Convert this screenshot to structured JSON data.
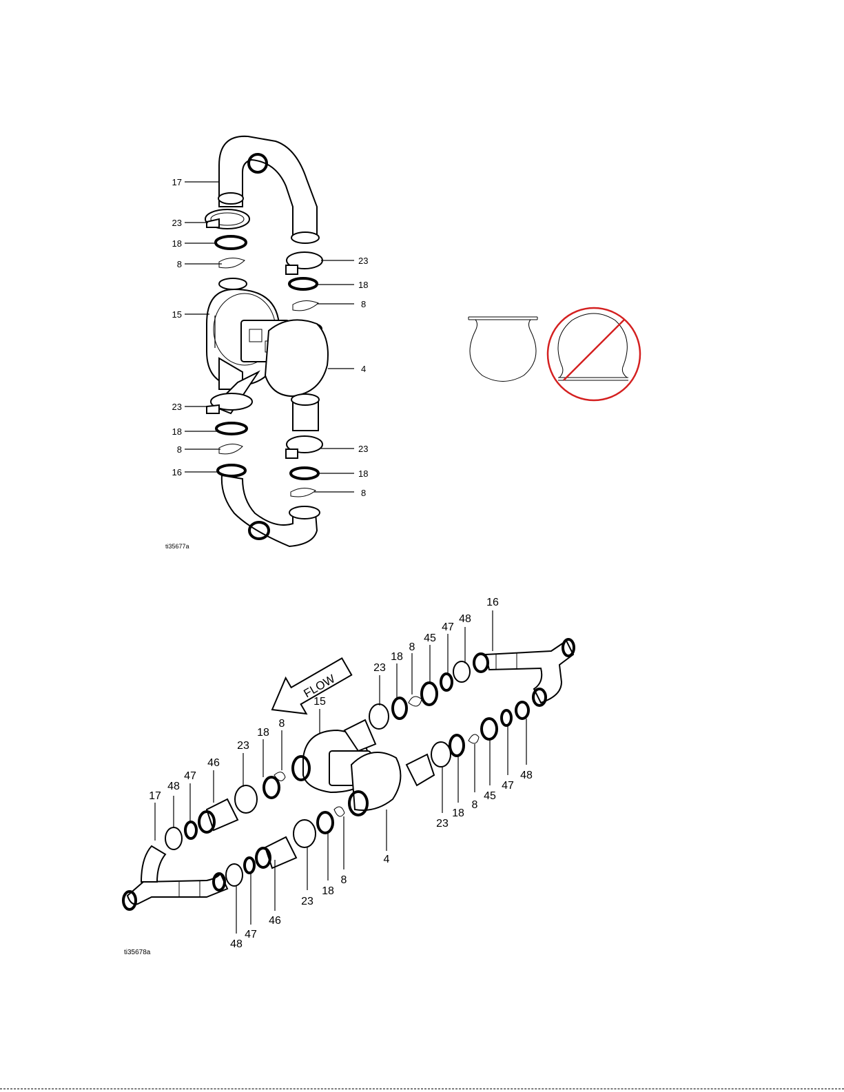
{
  "figure_top": {
    "ref": "ti35677a",
    "callouts_left": [
      "17",
      "23",
      "18",
      "8",
      "15",
      "23",
      "18",
      "8",
      "16"
    ],
    "callouts_right": [
      "23",
      "18",
      "8",
      "4",
      "23",
      "18",
      "8"
    ]
  },
  "figure_bottom": {
    "ref": "ti35678a",
    "flow_label": "FLOW",
    "callouts": [
      "16",
      "48",
      "47",
      "45",
      "8",
      "18",
      "23",
      "15",
      "8",
      "18",
      "23",
      "46",
      "47",
      "48",
      "17",
      "48",
      "47",
      "45",
      "8",
      "18",
      "23",
      "4",
      "8",
      "18",
      "23",
      "46",
      "47",
      "48"
    ]
  },
  "colors": {
    "line": "#000000",
    "prohibit": "#d42020"
  }
}
